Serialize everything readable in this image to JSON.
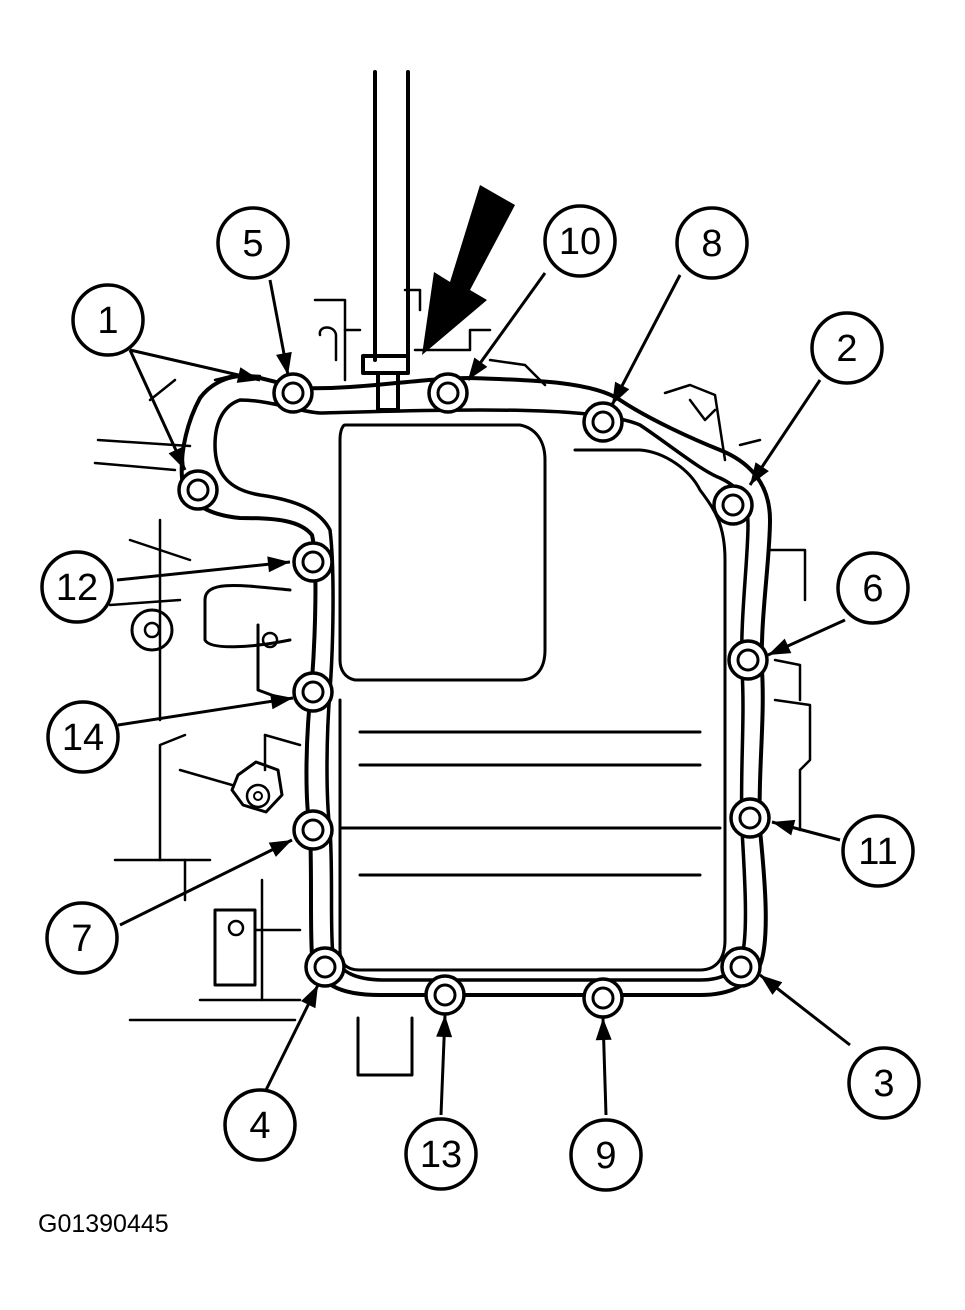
{
  "figure_id": "G01390445",
  "callouts": [
    {
      "label": "1"
    },
    {
      "label": "2"
    },
    {
      "label": "3"
    },
    {
      "label": "4"
    },
    {
      "label": "5"
    },
    {
      "label": "6"
    },
    {
      "label": "7"
    },
    {
      "label": "8"
    },
    {
      "label": "9"
    },
    {
      "label": "10"
    },
    {
      "label": "11"
    },
    {
      "label": "12"
    },
    {
      "label": "13"
    },
    {
      "label": "14"
    }
  ]
}
